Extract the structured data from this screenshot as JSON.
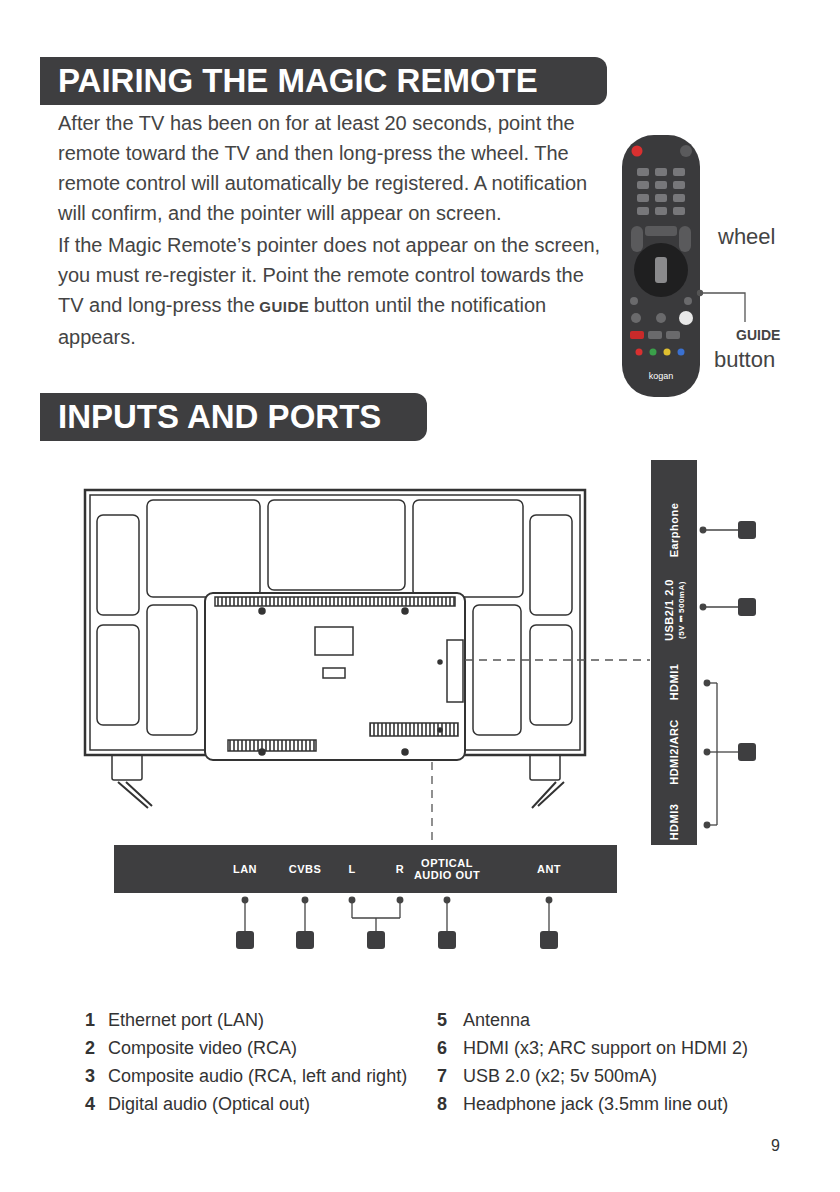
{
  "diagram": {
    "nodes": [
      {
        "text": [
          "PAIRING THE MAGIC REMOTE"
        ]
      },
      {
        "text": [
          "INPUTS AND PORTS"
        ]
      },
      {
        "text": [
          "Earphone",
          "USB2/1 2.0",
          "(5V ⎓ 500mA)",
          "HDMI1",
          "HDMI2/ARC",
          "HDMI3"
        ]
      },
      {
        "text": [
          "LAN",
          "CVBS",
          "L",
          "R",
          "OPTICAL AUDIO OUT",
          "ANT"
        ]
      }
    ],
    "edges": [],
    "labels": [
      "After the TV has been on for at least 20 seconds, point the remote toward the TV and then long-press the wheel. The remote control will automatically be registered. A notification will confirm, and the pointer will appear on screen.",
      "If the Magic Remote’s pointer does not appear on the screen, you must re-register it. Point the remote control towards the TV and long-press the",
      "GUIDE",
      "button until the notification appears.",
      "wheel",
      "GUIDE",
      "button",
      "kogan",
      "1",
      "Ethernet port (LAN)",
      "2",
      "Composite video (RCA)",
      "3",
      "Composite audio (RCA, left and right)",
      "4",
      "Digital audio (Optical out)",
      "5",
      "Antenna",
      "6",
      "HDMI (x3; ARC support on HDMI 2)",
      "7",
      "USB 2.0 (x2; 5v 500mA)",
      "8",
      "Headphone jack (3.5mm line out)",
      "9"
    ]
  }
}
